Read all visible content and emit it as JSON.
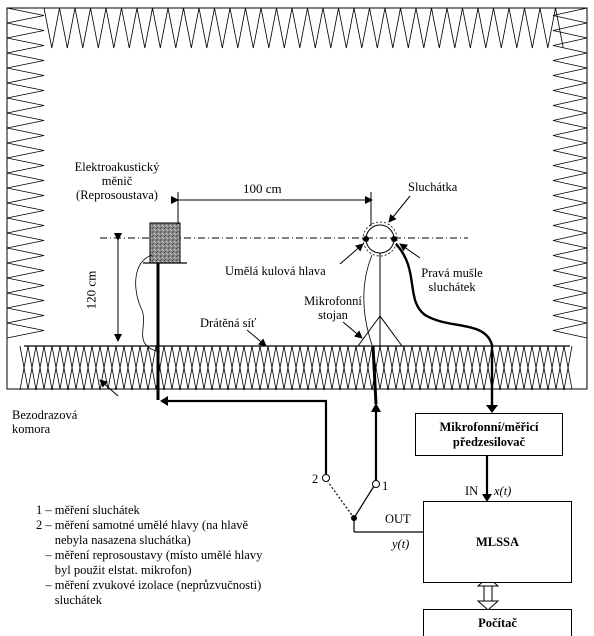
{
  "labels": {
    "transducer": [
      "Elektroakustický",
      "měnič",
      "(Reprosoustava)"
    ],
    "headphones": "Sluchátka",
    "distance_horizontal": "100 cm",
    "distance_vertical": "120 cm",
    "artificial_head": "Umělá kulová hlava",
    "right_cup": [
      "Pravá mušle",
      "sluchátek"
    ],
    "mic_stand": [
      "Mikrofonní",
      "stojan"
    ],
    "wire_mesh": "Drátěná síť",
    "chamber": [
      "Bezodrazová",
      "komora"
    ],
    "switch_pos_2": "2",
    "switch_pos_1": "1",
    "out_port": "OUT",
    "y_signal": "y(t)",
    "in_port": "IN",
    "x_signal": "x(t)"
  },
  "boxes": {
    "preamp": [
      "Mikrofonní/měřicí",
      "předzesilovač"
    ],
    "mlssa": "MLSSA",
    "computer": "Počítač"
  },
  "legend": [
    "1 – měření sluchátek",
    "2 – měření samotné umělé hlavy (na hlavě",
    "      nebyla nasazena sluchátka)",
    "   – měření reprosoustavy (místo umělé hlavy",
    "      byl použit elstat. mikrofon)",
    "   – měření zvukové izolace (neprůzvučnosti)",
    "      sluchátek"
  ]
}
